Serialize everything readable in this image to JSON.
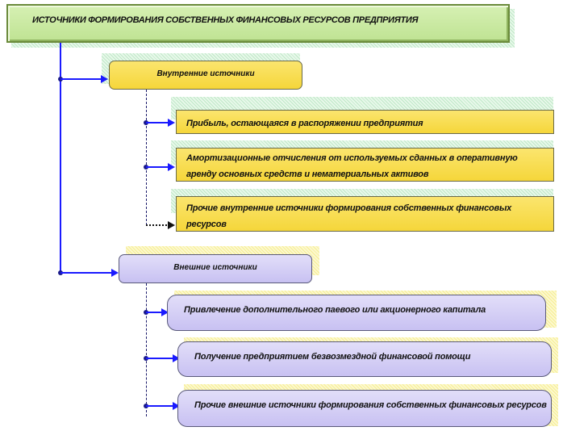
{
  "title": "ИСТОЧНИКИ ФОРМИРОВАНИЯ СОБСТВЕННЫХ ФИНАНСОВЫХ РЕСУРСОВ ПРЕДПРИЯТИЯ",
  "internal": {
    "label": "Внутренние источники",
    "items": [
      "Прибыль, остающаяся в распоряжении предприятия",
      "Амортизационные отчисления от используемых сданных в оперативную аренду основных средств и нематериальных активов",
      "Прочие внутренние источники формирования собственных финансовых ресурсов"
    ]
  },
  "external": {
    "label": "Внешние источники",
    "items": [
      "Привлечение дополнительного паевого или акционерного капитала",
      "Получение предприятием безвозмездной финансовой помощи",
      "Прочие внешние источники формирования собственных финансовых ресурсов"
    ]
  },
  "colors": {
    "title_fill": "#c9e8a0",
    "internal_fill": "#f8dc4e",
    "external_fill": "#d4cef6",
    "connector": "#1a1aff"
  }
}
